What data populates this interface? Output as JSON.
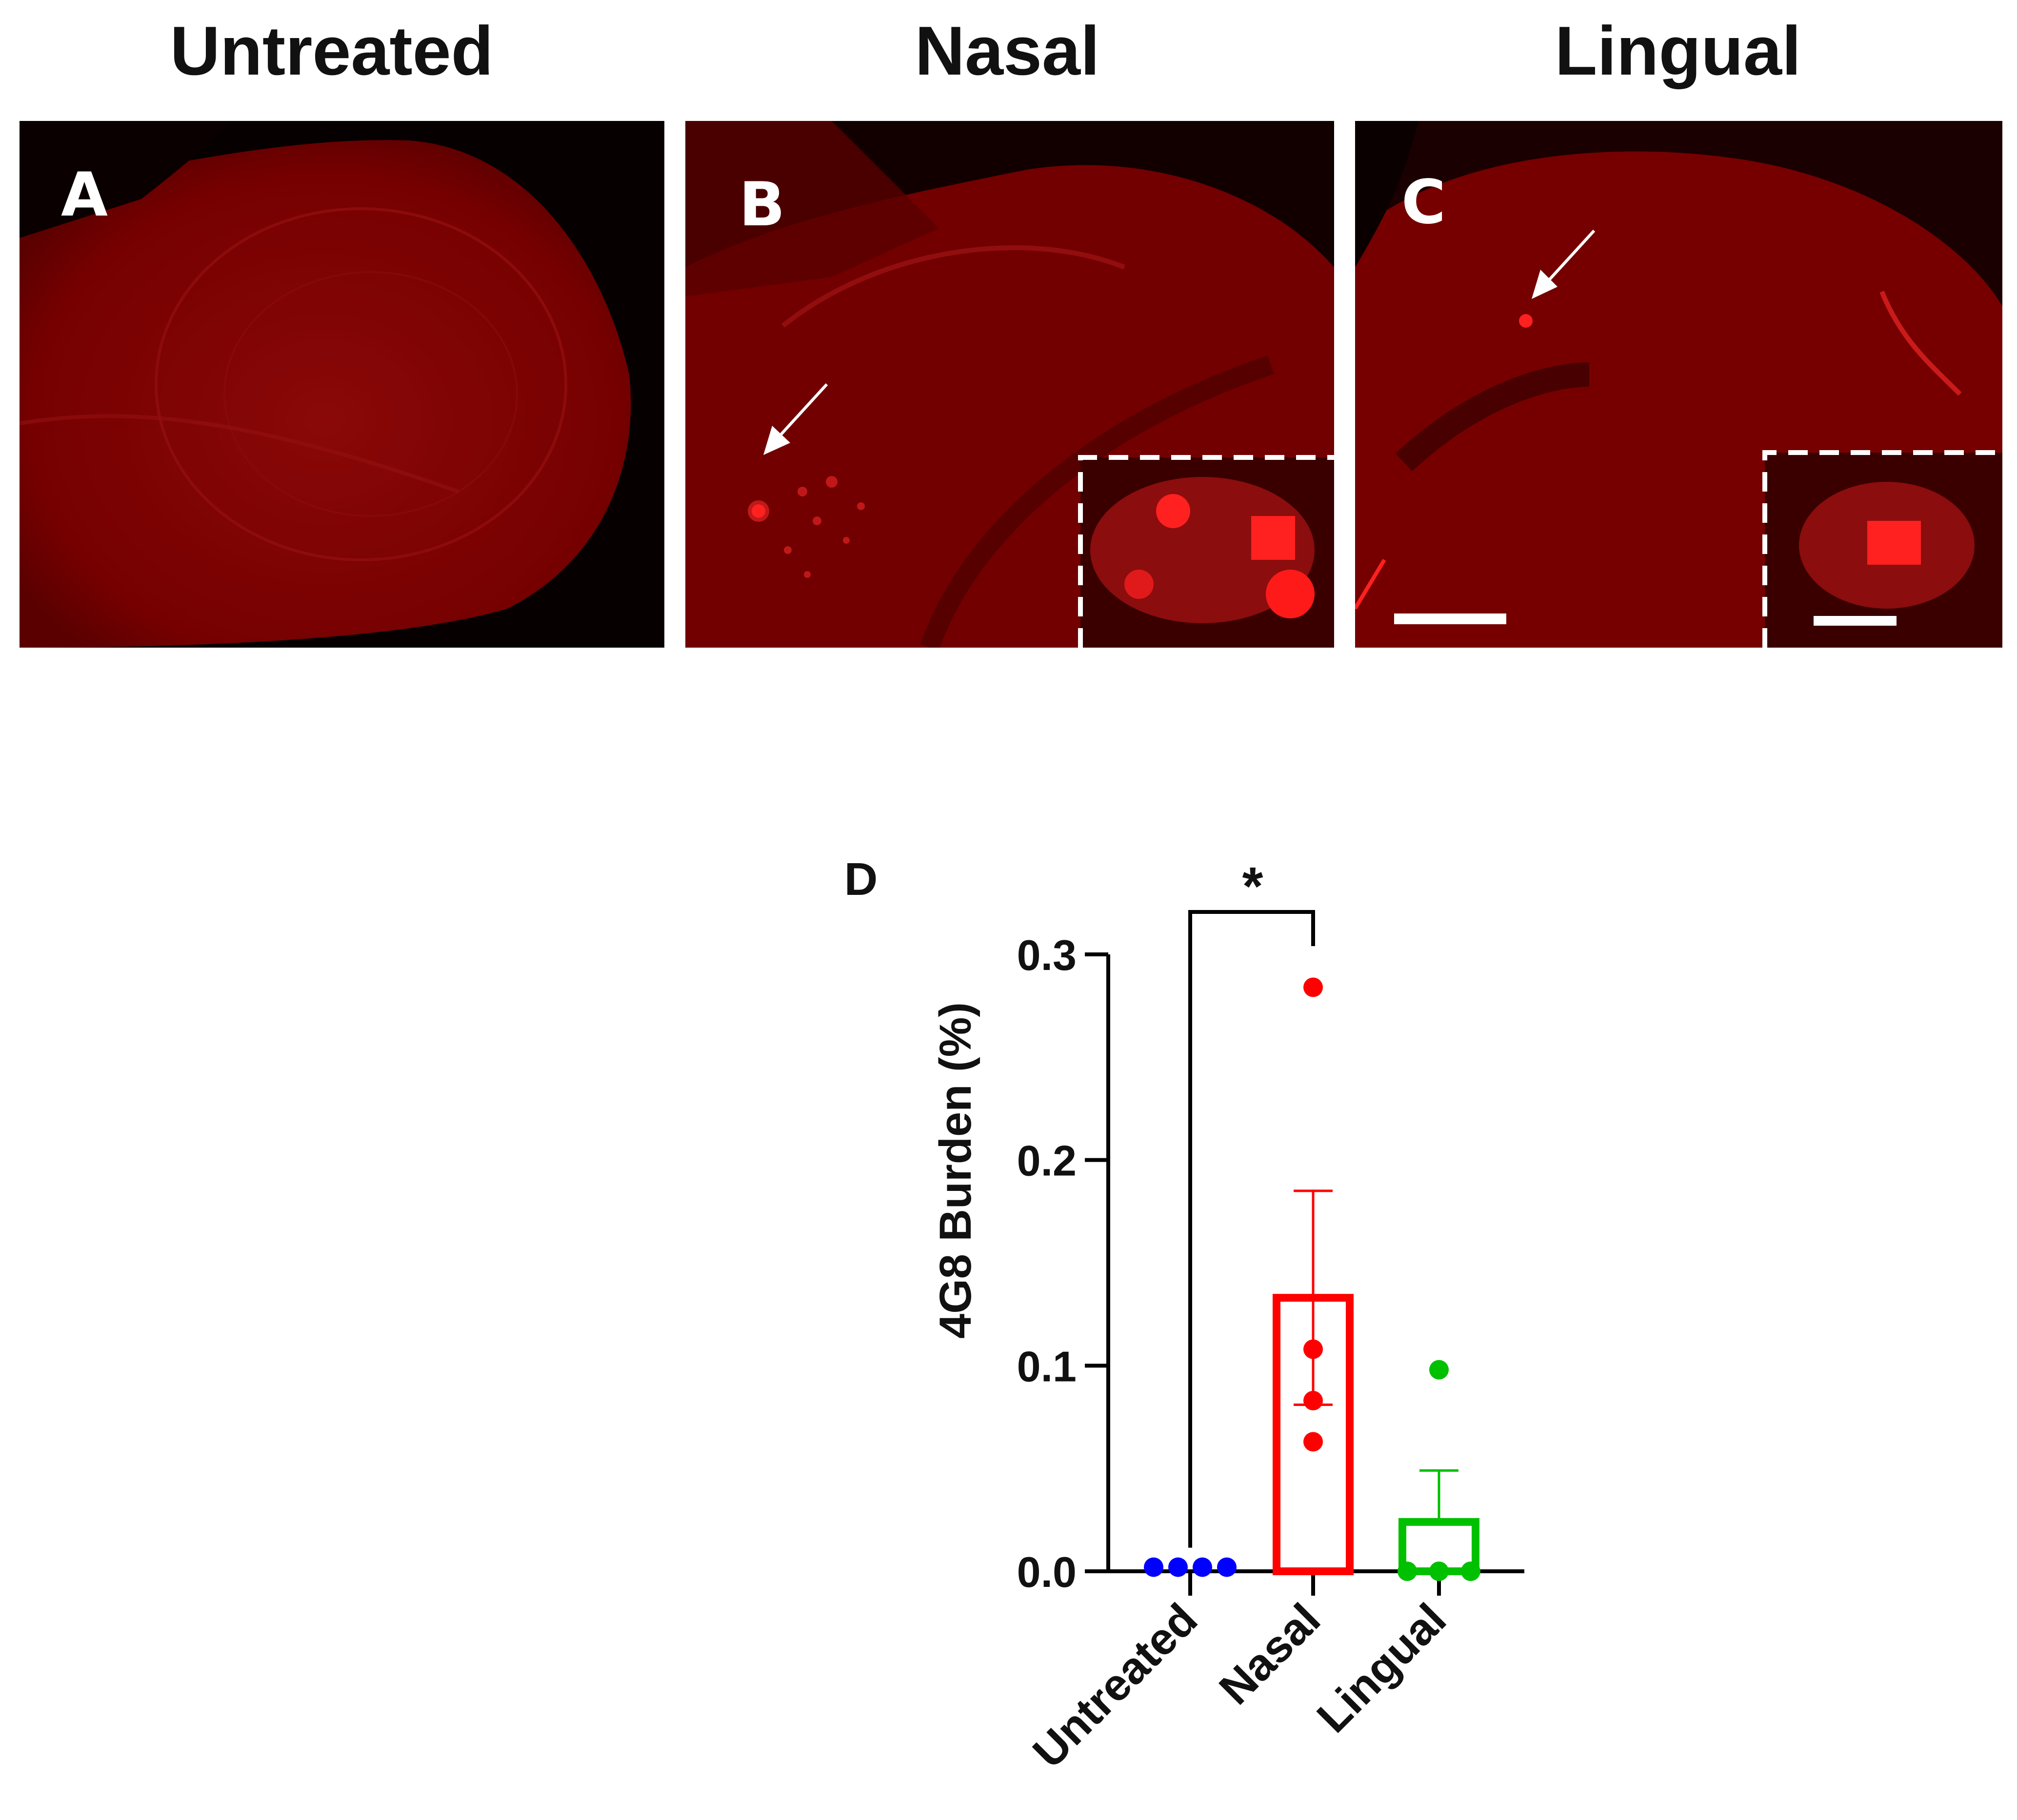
{
  "columns": [
    {
      "title": "Untreated",
      "letter": "A"
    },
    {
      "title": "Nasal",
      "letter": "B"
    },
    {
      "title": "Lingual",
      "letter": "C"
    }
  ],
  "colors": {
    "tissue": "#7a0000",
    "tissue_dark": "#3a0000",
    "plaque": "#ff1a1a",
    "untreated": "#0000ff",
    "nasal": "#ff0000",
    "lingual": "#00c000"
  },
  "chart_data": {
    "type": "bar",
    "panel_label": "D",
    "ylabel": "4G8 Burden (%)",
    "ylim": [
      0,
      0.3
    ],
    "yticks": [
      "0.0",
      "0.1",
      "0.2",
      "0.3"
    ],
    "categories": [
      "Untreated",
      "Nasal",
      "Lingual"
    ],
    "means": [
      0.002,
      0.133,
      0.024
    ],
    "sem": [
      0.0,
      0.052,
      0.025
    ],
    "points": [
      [
        0.002,
        0.002,
        0.002,
        0.002
      ],
      [
        0.284,
        0.108,
        0.083,
        0.063
      ],
      [
        0.098,
        0.0,
        0.0,
        0.0
      ]
    ],
    "significance": {
      "between": [
        "Untreated",
        "Nasal"
      ],
      "label": "*"
    },
    "grid": false
  }
}
